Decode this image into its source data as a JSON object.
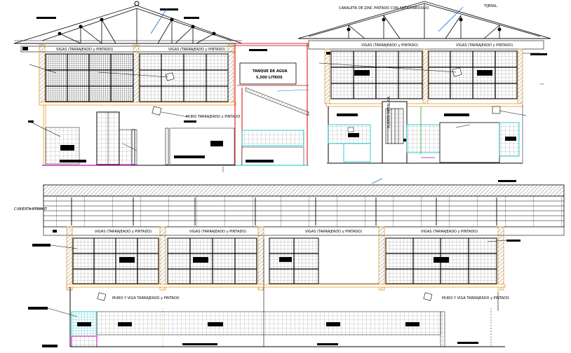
{
  "labels": {
    "vigas": "VIGAS (TARRAJEADO y PINTADO)",
    "tanque_line1": "TANQUE DE AGUA",
    "tanque_line2": "5,500 LITROS",
    "muro_left": "MURO TARRAJEADO y PINTADO",
    "muro_bottom_left": "MURO Y VIGA TARRAJEADO y PINTADO",
    "muro_bottom_right": "MURO Y VIGA TARRAJEADO y PINTADO",
    "puerta": "PUERTA METALICA",
    "canaleta": "CANALETA DE ZINC PINTADO CON ANTICORROSIVO",
    "tijeral": "TIJERAL",
    "cubierta": "CUBIERTA ETERNIT"
  },
  "colors": {
    "line": "#000000",
    "grid": "#555555",
    "magenta": "#c000c0",
    "cyan": "#00c8c8",
    "red": "#d00000",
    "orange": "#e89b2a",
    "blue": "#1a6bd6",
    "green": "#2aa02a"
  }
}
